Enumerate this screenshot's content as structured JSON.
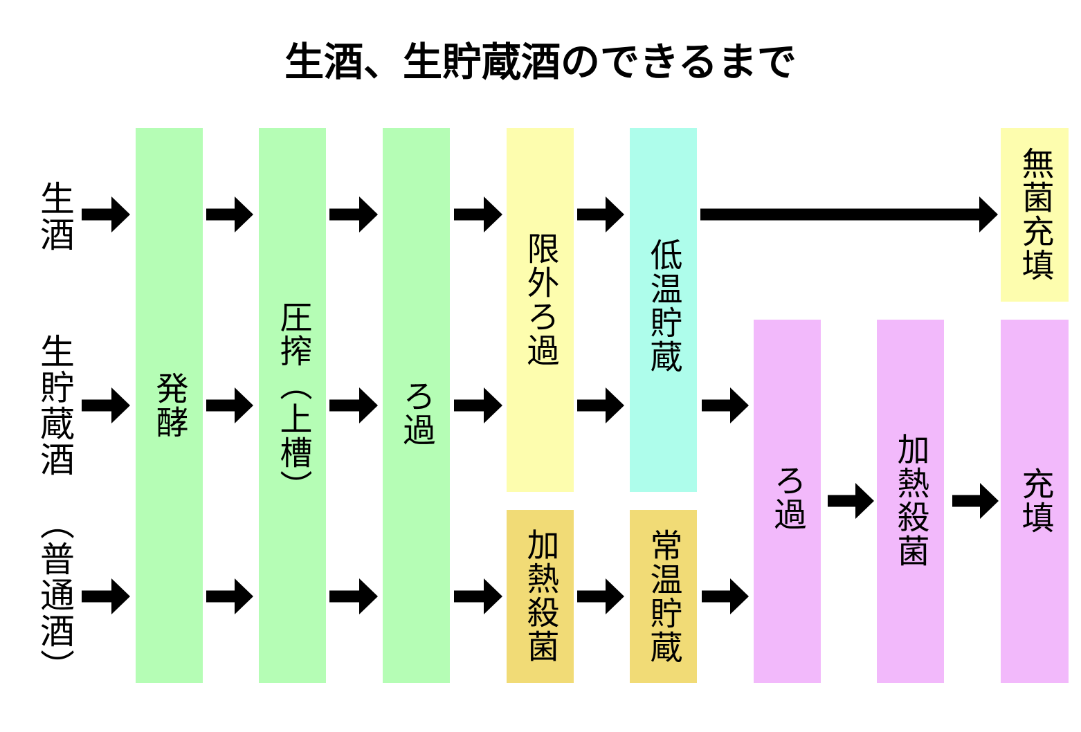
{
  "title": "生酒、生貯蔵酒のできるまで",
  "colors": {
    "background": "#FFFFFF",
    "green": "#B5FDB5",
    "pale_yellow": "#FDFDAE",
    "cyan": "#AEFDEB",
    "gold": "#F1DB76",
    "purple": "#F2B9FB",
    "ink": "#000000"
  },
  "row_labels": [
    {
      "label": "生酒"
    },
    {
      "label": "生貯蔵酒"
    },
    {
      "label": "（普通酒）"
    }
  ],
  "stages": [
    {
      "label": "発酵",
      "color": "#B5FDB5"
    },
    {
      "label": "圧搾（上槽）",
      "color": "#B5FDB5"
    },
    {
      "label": "ろ過",
      "color": "#B5FDB5"
    },
    {
      "label": "限外ろ過",
      "color": "#FDFDAE"
    },
    {
      "label": "低温貯蔵",
      "color": "#AEFDEB"
    },
    {
      "label": "無菌充填",
      "color": "#FDFDAE"
    },
    {
      "label": "加熱殺菌",
      "color": "#F1DB76"
    },
    {
      "label": "常温貯蔵",
      "color": "#F1DB76"
    },
    {
      "label": "ろ過",
      "color": "#F2B9FB"
    },
    {
      "label": "加熱殺菌",
      "color": "#F2B9FB"
    },
    {
      "label": "充填",
      "color": "#F2B9FB"
    }
  ]
}
